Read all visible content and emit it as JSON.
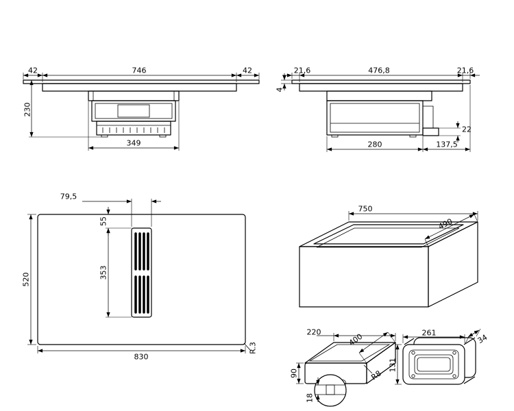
{
  "drawing": {
    "background": "#ffffff",
    "line_color": "#000000",
    "views": {
      "front_section": {
        "label_left_overhang": "42",
        "label_body_width": "746",
        "label_right_overhang": "42",
        "label_total_height": "230",
        "label_duct_width": "349"
      },
      "side_section": {
        "label_left_margin": "21,6",
        "label_body_depth": "476,8",
        "label_right_margin": "21,6",
        "label_glass_thickness": "4",
        "label_outlet_height": "22",
        "label_duct_depth": "280",
        "label_rear_offset": "137,5"
      },
      "top_plan": {
        "label_grille_width": "79,5",
        "label_grille_top_offset": "55",
        "label_grille_length": "353",
        "label_overall_depth": "520",
        "label_overall_width": "830",
        "label_corner_radius": "R.3"
      },
      "cutout_3d": {
        "label_cutout_width": "750",
        "label_cutout_depth": "490"
      },
      "duct_box_3d": {
        "label_width": "220",
        "label_depth": "400",
        "label_height": "90",
        "label_corner_radius": "R8",
        "label_detail_height": "18"
      },
      "outlet_flange_3d": {
        "label_width": "261",
        "label_depth": "34",
        "label_height": "131"
      }
    }
  }
}
